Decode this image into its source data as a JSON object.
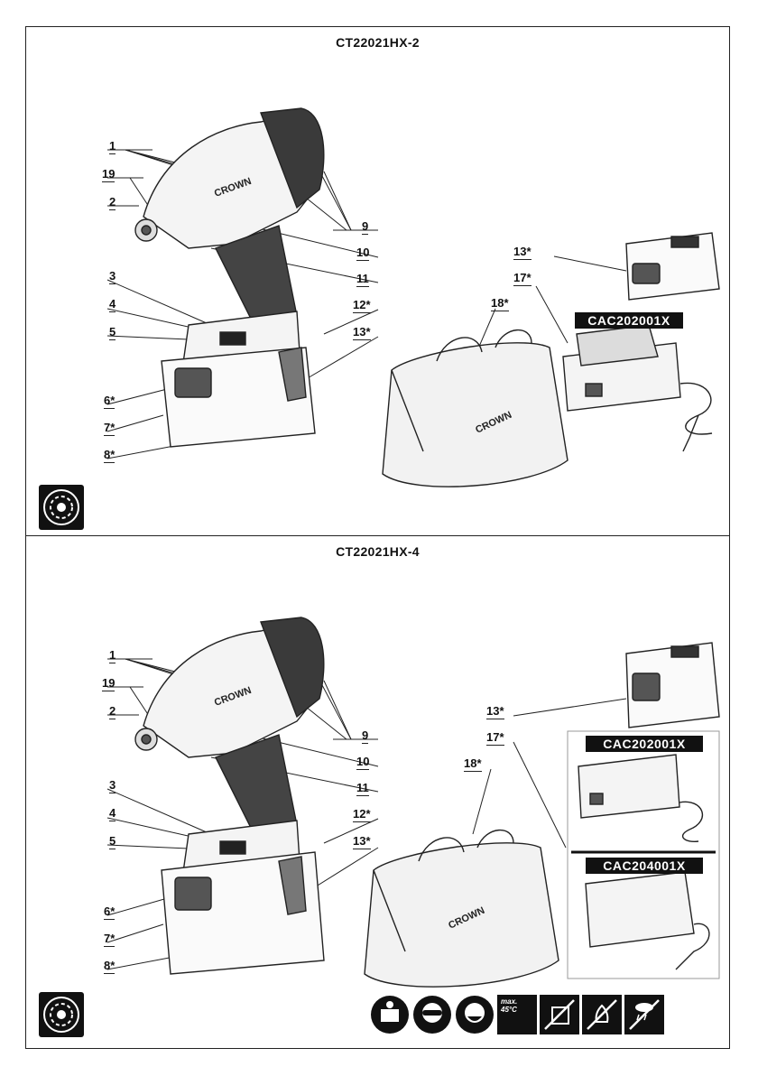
{
  "panels": [
    {
      "model": "CT22021HX-2",
      "labels": {
        "l1": "1",
        "l19": "19",
        "l2": "2",
        "l3": "3",
        "l4": "4",
        "l5": "5",
        "l6": "6*",
        "l7": "7*",
        "l8": "8*",
        "l9": "9",
        "l10": "10",
        "l11": "11",
        "l12": "12*",
        "l13": "13*",
        "l13b": "13*",
        "l17": "17*",
        "l18": "18*"
      },
      "charger_models": [
        "CAC202001X"
      ],
      "bag_brand": "CROWN",
      "tool_brand": "CROWN"
    },
    {
      "model": "CT22021HX-4",
      "labels": {
        "l1": "1",
        "l19": "19",
        "l2": "2",
        "l3": "3",
        "l4": "4",
        "l5": "5",
        "l6": "6*",
        "l7": "7*",
        "l8": "8*",
        "l9": "9",
        "l10": "10",
        "l11": "11",
        "l12": "12*",
        "l13": "13*",
        "l13b": "13*",
        "l17": "17*",
        "l18": "18*"
      },
      "charger_models": [
        "CAC202001X",
        "CAC204001X"
      ],
      "bag_brand": "CROWN",
      "tool_brand": "CROWN"
    }
  ],
  "safety_icons": [
    "read-manual-icon",
    "eye-protection-icon",
    "dust-mask-icon",
    "max-temperature-icon",
    "no-water-icon",
    "no-fire-icon",
    "no-rain-icon"
  ],
  "temp_icon_text": "max.\n45°C"
}
